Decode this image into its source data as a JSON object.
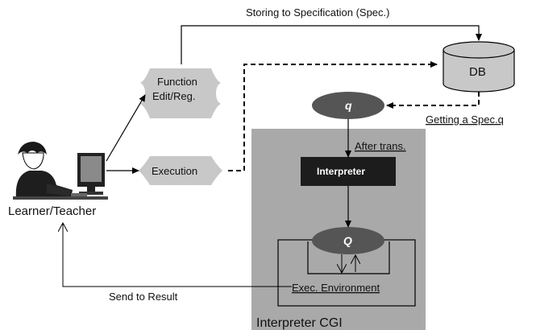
{
  "labels": {
    "storing": "Storing to Specification (Spec.)",
    "db": "DB",
    "function_line1": "Function",
    "function_line2": "Edit/Reg.",
    "execution": "Execution",
    "q_small": "q",
    "getting_spec": "Getting a Spec.q",
    "after_trans": "After trans.",
    "interpreter": "Interpreter",
    "q_big": "Q",
    "exec_env": "Exec. Environment",
    "send_result": "Send to Result",
    "learner_teacher": "Learner/Teacher",
    "interpreter_cgi": "Interpreter CGI"
  },
  "colors": {
    "cgi_panel": "#a9a9a9",
    "node_fill": "#c8c8c8",
    "oval_fill": "#555555",
    "interpreter_box": "#1c1c1c",
    "line": "#000000"
  }
}
